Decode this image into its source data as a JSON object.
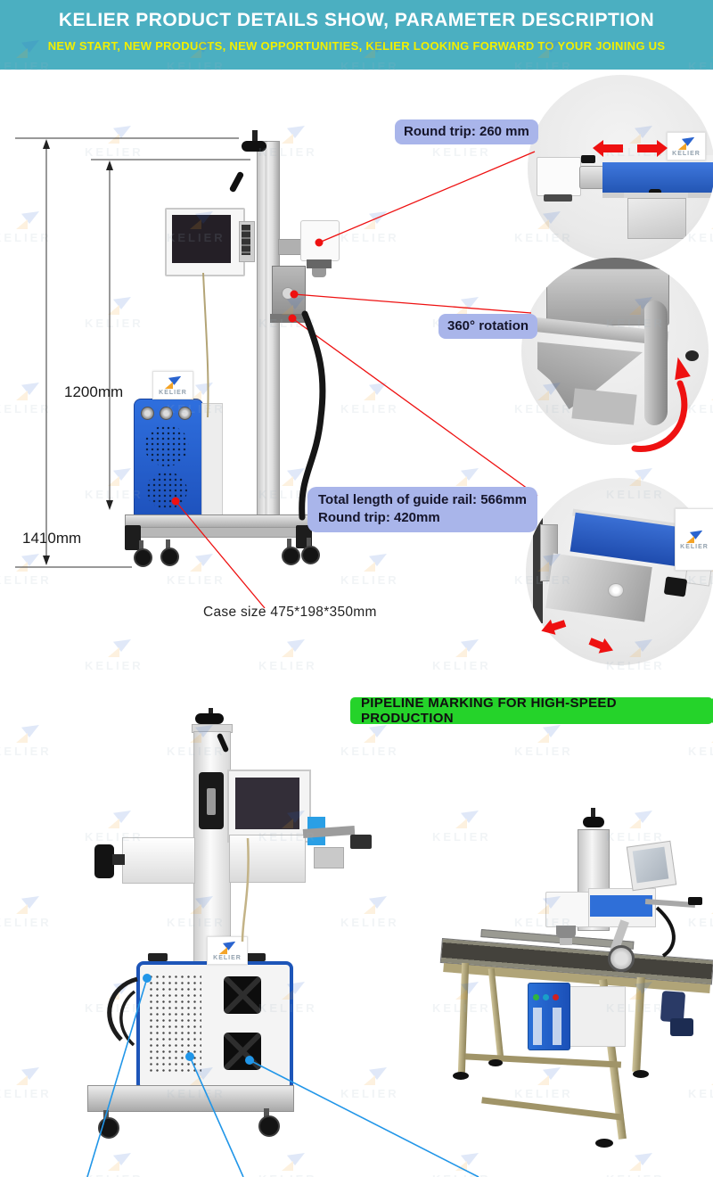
{
  "header": {
    "title": "KELIER PRODUCT DETAILS SHOW, PARAMETER DESCRIPTION",
    "subtitle": "NEW START, NEW PRODUCTS, NEW OPPORTUNITIES, KELIER LOOKING FORWARD TO YOUR JOINING US"
  },
  "brand": {
    "name": "KELIER"
  },
  "section_details": {
    "labels": {
      "round_trip": "Round trip: 260 mm",
      "rotation": "360° rotation",
      "guide_rail_line1": "Total length of guide rail: 566mm",
      "guide_rail_line2": "Round trip: 420mm"
    },
    "dimensions": {
      "total_height": "1410mm",
      "column_height": "1200mm",
      "case_size": "Case size 475*198*350mm"
    }
  },
  "banner": {
    "text": "PIPELINE MARKING FOR HIGH-SPEED PRODUCTION"
  },
  "colors": {
    "header_bg": "#4bafc1",
    "title_text": "#ffffff",
    "subtitle_text": "#f2ef00",
    "label_bg": "#a9b5ea",
    "label_text": "#15152a",
    "banner_bg": "#25d32a",
    "banner_text": "#101010",
    "accent_red": "#ee1111",
    "callout_blue": "#2196e8",
    "machine_blue": "#2a64cf",
    "watermark": "#9fb3c2"
  }
}
